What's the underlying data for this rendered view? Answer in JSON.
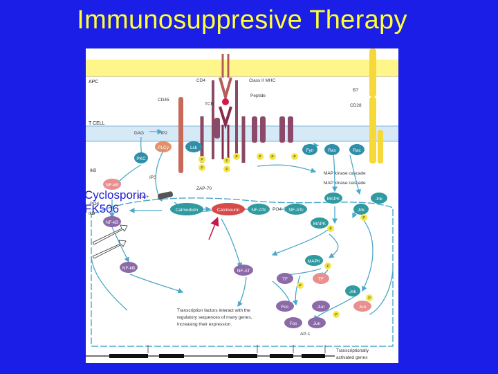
{
  "slide": {
    "title": "Immunosuppresive Therapy"
  },
  "diagram": {
    "regions": {
      "apc": "APC",
      "t_cell": "T CELL"
    },
    "surface_labels": {
      "cd4": "CD4",
      "class_ii_mhc": "Class II MHC",
      "peptide": "Peptide",
      "tcr": "TCR",
      "cd45": "CD45",
      "b7": "B7",
      "cd28": "CD28",
      "dag": "DAG",
      "pip2": "PIP2",
      "zap70": "ZAP-70",
      "ip3": "IP3",
      "ca": "Ca2+",
      "ikb_top": "IkB",
      "ikb_po4": "-PO4",
      "ikb_bottom": "IkB",
      "po4": "PO4",
      "map_kinase_cascade_1": "MAP kinase cascade",
      "map_kinase_cascade_2": "MAP kinase cascade"
    },
    "nodes": {
      "pkc": "PKC",
      "plc": "PLCγ",
      "lck": "Lck",
      "fyn": "Fyn",
      "ras": "Ras",
      "rac": "Rac",
      "nfkb_1": "NF-kB",
      "nfkb_2": "NF-kB",
      "nfkb_3": "NF-kB",
      "calmodulin": "Calmodulin",
      "calcineurin": "Calcineurin",
      "nfatc_1": "NF-ATc",
      "nfatc_2": "NF-ATc",
      "mapk_1": "MAPK",
      "jnk_1": "Jnk",
      "jnk_2": "Jnk",
      "mapk_2": "MAPK",
      "mapk_3": "MAPK",
      "nfat": "NF-AT",
      "tf_1": "TF",
      "tf_2": "TF",
      "jnk_3": "Jnk",
      "fos_1": "Fos",
      "jun_1": "Jun",
      "jun_2": "Jun",
      "fos_2": "Fos",
      "jun_3": "Jun",
      "ap1": "AP-1",
      "p": "P"
    },
    "footer_text": [
      "Transcription factors interact with the",
      "regulatory sequences of many genes,",
      "increasing their expression."
    ],
    "genes_label": [
      "Transcriptionally",
      "activated genes"
    ],
    "colors": {
      "slide_background": "#1a1ee6",
      "title": "#ffff33",
      "apc_band": "#fff68a",
      "membrane_band": "#d5eaf6",
      "pathway_lines": "#4aa8c8",
      "callout": "#1b1bd0",
      "callout_arrow": "#c21a4a"
    }
  },
  "callout": {
    "drug_1": "Cyclosporin",
    "drug_2": "FK506"
  }
}
